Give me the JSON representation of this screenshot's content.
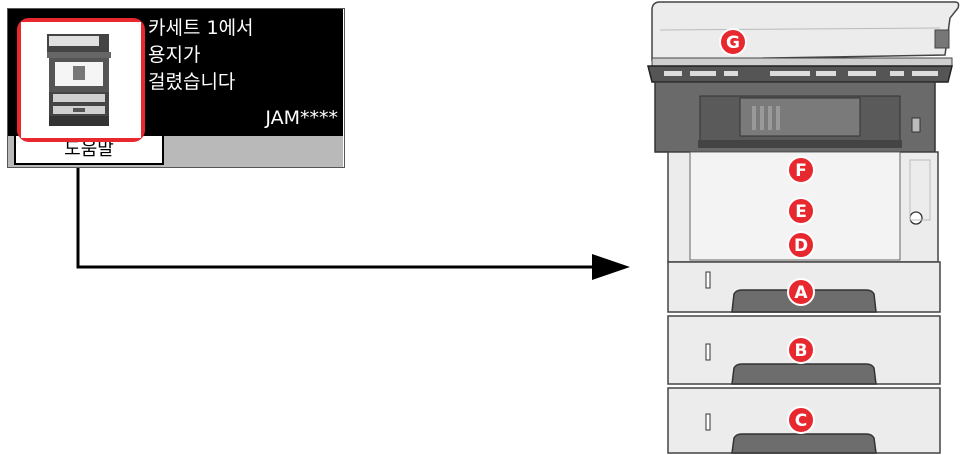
{
  "panel": {
    "message_lines": [
      "카세트 1에서",
      "용지가",
      "걸렸습니다"
    ],
    "error_code": "JAM****",
    "help_button_label": "도움말"
  },
  "printer": {
    "markers": [
      "A",
      "B",
      "C",
      "D",
      "E",
      "F",
      "G"
    ]
  },
  "colors": {
    "marker_red": "#e8282f",
    "highlight_red": "#e8282f",
    "printer_dark": "#5a5a5a",
    "printer_body": "#ebebeb"
  },
  "icons": {
    "printer_icon": "multifunction-printer-icon",
    "arrow": "arrow-right-icon"
  }
}
